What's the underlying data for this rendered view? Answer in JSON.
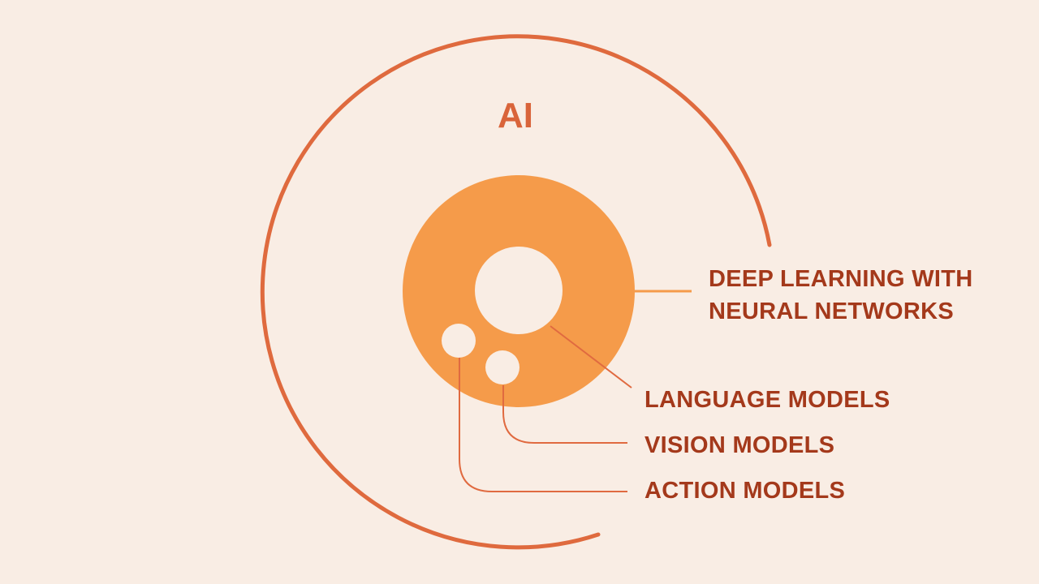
{
  "diagram": {
    "title": "AI",
    "labels": {
      "deep_learning_line1": "DEEP LEARNING WITH",
      "deep_learning_line2": "NEURAL NETWORKS",
      "language_models": "LANGUAGE MODELS",
      "vision_models": "VISION MODELS",
      "action_models": "ACTION MODELS"
    },
    "colors": {
      "background": "#f9ede4",
      "outer_arc": "#df6a3e",
      "deep_learning_fill": "#f59b4a",
      "inner_circles": "#f9ede4",
      "connector_lines": "#e06a40",
      "label_text": "#a4391b",
      "title_text": "#d9643a"
    }
  }
}
